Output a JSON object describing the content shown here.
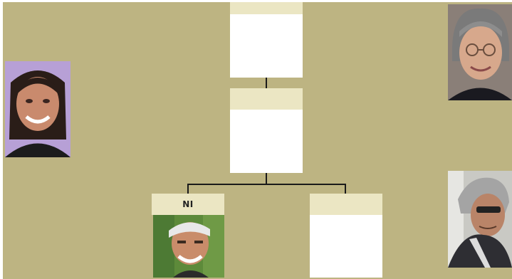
{
  "tree": {
    "nodes": [
      {
        "id": "top",
        "label": ""
      },
      {
        "id": "middle",
        "label": ""
      },
      {
        "id": "bottom-left",
        "label": "NI"
      },
      {
        "id": "bottom-right",
        "label": ""
      }
    ],
    "photos": [
      {
        "id": "young-woman",
        "description_icon": "portrait-young-woman-icon"
      },
      {
        "id": "older-woman-glasses",
        "description_icon": "portrait-older-woman-icon"
      },
      {
        "id": "young-man-bandana",
        "description_icon": "portrait-young-man-icon"
      },
      {
        "id": "older-man-sunglasses",
        "description_icon": "portrait-older-man-icon"
      }
    ]
  },
  "colors": {
    "background": "#bdb482",
    "node_header": "#ebe6c3",
    "node_body": "#ffffff",
    "connector": "#1a1a1a"
  }
}
